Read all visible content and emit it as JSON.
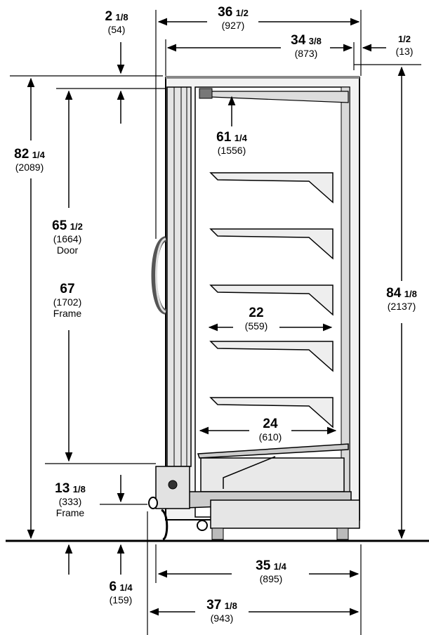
{
  "dimensions": {
    "top_offset": {
      "whole": "2",
      "frac": "1/8",
      "mm": "(54)"
    },
    "overall_width": {
      "whole": "36",
      "frac": "1/2",
      "mm": "(927)"
    },
    "body_width": {
      "whole": "34",
      "frac": "3/8",
      "mm": "(873)"
    },
    "rear_offset": {
      "whole": "",
      "frac": "1/2",
      "mm": "(13)"
    },
    "height_82": {
      "whole": "82",
      "frac": "1/4",
      "mm": "(2089)"
    },
    "interior_h": {
      "whole": "61",
      "frac": "1/4",
      "mm": "(1556)"
    },
    "door_h": {
      "whole": "65",
      "frac": "1/2",
      "mm": "(1664)",
      "label": "Door"
    },
    "frame_h": {
      "whole": "67",
      "frac": "",
      "mm": "(1702)",
      "label": "Frame"
    },
    "total_h": {
      "whole": "84",
      "frac": "1/8",
      "mm": "(2137)"
    },
    "shelf_depth": {
      "whole": "22",
      "frac": "",
      "mm": "(559)"
    },
    "deck_depth": {
      "whole": "24",
      "frac": "",
      "mm": "(610)"
    },
    "frame_base": {
      "whole": "13",
      "frac": "1/8",
      "mm": "(333)",
      "label": "Frame"
    },
    "base_depth": {
      "whole": "35",
      "frac": "1/4",
      "mm": "(895)"
    },
    "floor_offset": {
      "whole": "6",
      "frac": "1/4",
      "mm": "(159)"
    },
    "overall_depth": {
      "whole": "37",
      "frac": "1/8",
      "mm": "(943)"
    }
  }
}
